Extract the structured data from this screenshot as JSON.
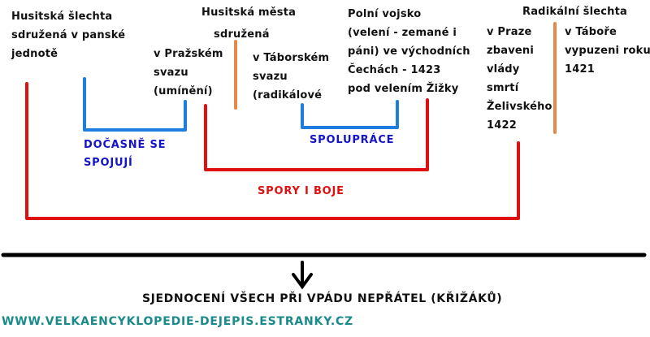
{
  "colors": {
    "text": "#111111",
    "red_line": "#e01010",
    "blue_line": "#1e7ee0",
    "orange_line": "#e8874a",
    "blue_label": "#1414c8",
    "black_line": "#000000",
    "footer": "#1a8a8a"
  },
  "groups": {
    "noble_union": {
      "lines": [
        "Husitská šlechta",
        "sdružená v panské",
        "jednotě"
      ]
    },
    "towns": {
      "title_line1": "Husitská města",
      "title_line2": "sdružená",
      "prague_union": [
        "v Pražském",
        "svazu",
        "(umínění)"
      ],
      "tabor_union": [
        "v Táborském",
        "svazu",
        "(radikálové"
      ]
    },
    "field_army": {
      "lines": [
        "Polní vojsko",
        "(velení - zemané i",
        "páni) ve východních",
        "Čechách - 1423",
        "pod velením Žižky"
      ]
    },
    "radical_nobility": {
      "title": "Radikální šlechta",
      "prague": [
        "v Praze",
        "zbaveni",
        "vlády",
        "smrtí",
        "Želivského",
        "1422"
      ],
      "tabor": [
        "v Táboře",
        "vypuzeni roku",
        "1421"
      ]
    }
  },
  "relations": {
    "temporary_union": [
      "DOČASNĚ SE",
      "SPOJUJÍ"
    ],
    "cooperation": "SPOLUPRÁCE",
    "conflicts": "SPORY I BOJE"
  },
  "arrow_icon": "arrow-down",
  "result": "SJEDNOCENÍ VŠECH PŘI VPÁDU NEPŘÁTEL (KŘIŽÁKŮ)",
  "footer": {
    "website": "WWW.VELKAENCYKLOPEDIE-DEJEPIS.ESTRANKY.CZ"
  }
}
